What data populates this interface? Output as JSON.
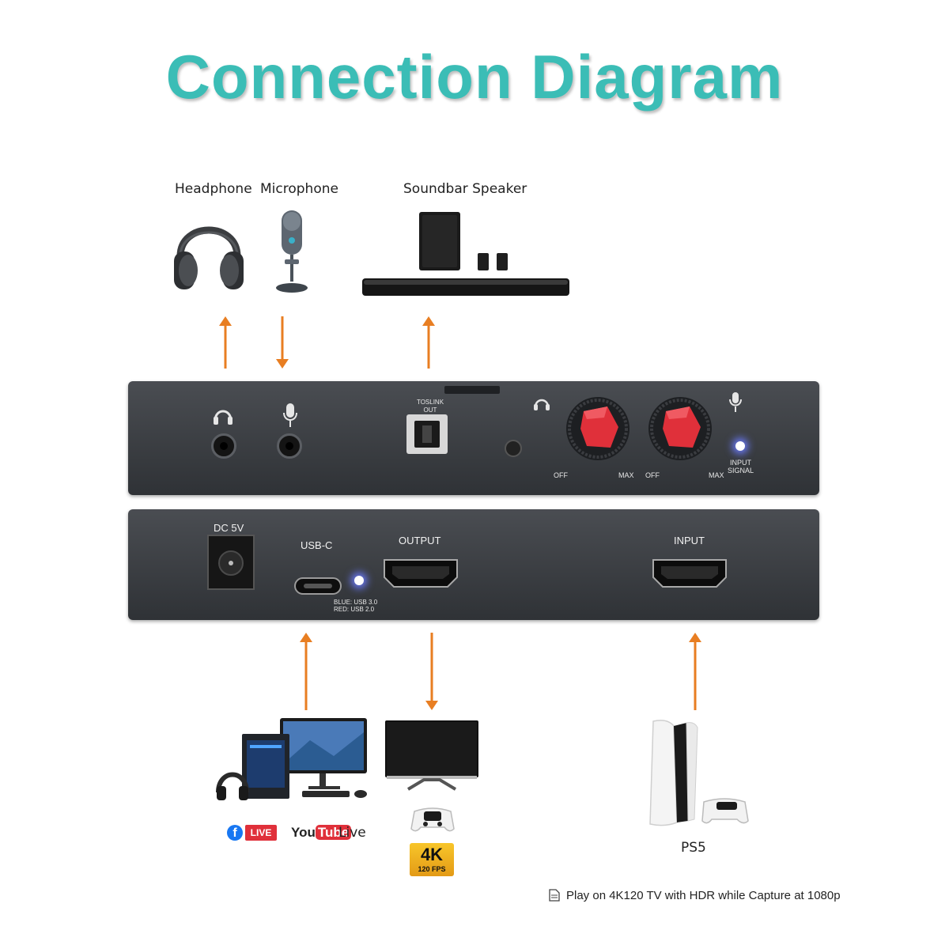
{
  "title": "Connection Diagram",
  "top_devices": {
    "headphone": "Headphone",
    "microphone": "Microphone",
    "soundbar": "Soundbar Speaker"
  },
  "front_panel": {
    "toslink": "TOSLINK\nOUT",
    "knob_off": "OFF",
    "knob_max": "MAX",
    "input_signal": "INPUT\nSIGNAL"
  },
  "rear_panel": {
    "dc": "DC 5V",
    "usbc": "USB-C",
    "output": "OUTPUT",
    "input": "INPUT",
    "usb_note": "BLUE: USB 3.0\nRED: USB 2.0"
  },
  "bottom_devices": {
    "live_label": "LIVE",
    "youtube_you": "You",
    "youtube_tube": "Tube",
    "youtube_live": "Live",
    "badge_4k": "4K",
    "badge_fps": "120 FPS",
    "ps5": "PS5"
  },
  "footnote": "Play on 4K120  TV with HDR while Capture at 1080p",
  "colors": {
    "title": "#3bbdb6",
    "arrow": "#e87e22",
    "knob": "#e0303a",
    "led": "#6c7cff"
  }
}
